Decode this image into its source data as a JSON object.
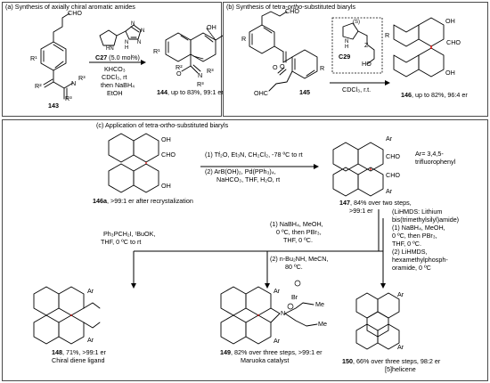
{
  "panel_a": {
    "title": "(a) Synthesis of axially chiral aromatic amides",
    "substrate_label": "143",
    "product_label": "144",
    "product_result": ", up to 83%, 99:1 er",
    "catalyst": "C27",
    "catalyst_loading": " (5.0 mol%)",
    "conditions": [
      "KHCO₃",
      "CDCl₃, rt",
      "then NaBH₄",
      "EtOH"
    ],
    "atoms": {
      "cho": "CHO",
      "r1": "R¹",
      "r2": "R²",
      "r3a": "R³",
      "r3b": "R³",
      "n": "N",
      "o": "O",
      "r1p": "R¹",
      "r2p": "R²",
      "np": "N",
      "r3pa": "R³",
      "r3pb": "R³",
      "op": "O",
      "oh": "OH",
      "nh": "N",
      "hh": "H",
      "hn": "HN",
      "nn1": "N",
      "nn2": "N",
      "nn3": "N"
    }
  },
  "panel_b": {
    "title": "(b) Synthesis of tetra-ortho-substituted biaryls",
    "title_pre": "(b) Synthesis of tetra-",
    "title_it": "ortho",
    "title_post": "-substituted biaryls",
    "substrate_label": "145",
    "product_label": "146",
    "product_result": ", up to 82%, 96:4 er",
    "catalyst": "C29",
    "conditions": "CDCl₃, r.t.",
    "atoms": {
      "cho1": "CHO",
      "ohc": "OHC",
      "r1": "R",
      "r2": "R",
      "o1": "O",
      "o2": "O",
      "n": "N",
      "s": "(S)",
      "z": "Z",
      "ho": "HO",
      "h": "H",
      "oh1": "OH",
      "oh2": "OH",
      "cho2": "CHO",
      "rp": "R"
    }
  },
  "panel_c": {
    "title_pre": "(c) Application of tetra-",
    "title_it": "ortho",
    "title_post": "-substituted biaryls",
    "start_label": "146a",
    "start_note": ", >99:1 er after recrystalization",
    "start_atoms": {
      "cho": "CHO",
      "oh1": "OH",
      "oh2": "OH"
    },
    "step1": [
      "(1) Tf₂O, Et₃N, CH₂Cl₂, -78 ºC to rt",
      "(2) ArB(OH)₂, Pd(PPh₃)₄,",
      "NaHCO₃, THF, H₂O, rt"
    ],
    "ar_def": [
      "Ar= 3,4,5-",
      "trifluorophenyl"
    ],
    "mid_label": "147",
    "mid_result": [
      ", 84% over two steps,",
      ">99:1 er"
    ],
    "mid_atoms": {
      "ar1": "Ar",
      "cho1": "CHO",
      "cho2": "CHO",
      "ar2": "Ar"
    },
    "lihmds_note": [
      "(LiHMDS: Lithium",
      "bis(trimethylsilyl)amide)"
    ],
    "cond_left": [
      "Ph₃PCH₂I, ᵗBuOK,",
      "THF, 0 ºC to rt"
    ],
    "cond_mid1": [
      "(1) NaBH₄, MeOH,",
      "0 ºC, then PBr₃,",
      "THF, 0 ºC."
    ],
    "cond_mid2": [
      "(2) n-Bu₂NH, MeCN,",
      "80 ºC."
    ],
    "cond_right": [
      "(1) NaBH₄, MeOH,",
      "0 ºC, then PBr₃,",
      "THF, 0 ºC.",
      "(2) LiHMDS,",
      "hexamethylphosph-",
      "oramide, 0 ºC"
    ],
    "p148": {
      "label": "148",
      "result": ", 71%, >99:1 er",
      "name": "Chiral diene ligand",
      "atoms": {
        "ar1": "Ar",
        "ar2": "Ar"
      }
    },
    "p149": {
      "label": "149",
      "result": ", 82% over three steps, >99:1 er",
      "name": "Maruoka catalyst",
      "atoms": {
        "ar1": "Ar",
        "ar2": "Ar",
        "br": "Br",
        "n": "N",
        "me1": "Me",
        "me2": "Me"
      }
    },
    "p150": {
      "label": "150",
      "result": ", 66% over three steps, 98:2 er",
      "name": "[5]helicene",
      "atoms": {
        "ar1": "Ar",
        "ar2": "Ar"
      }
    }
  }
}
